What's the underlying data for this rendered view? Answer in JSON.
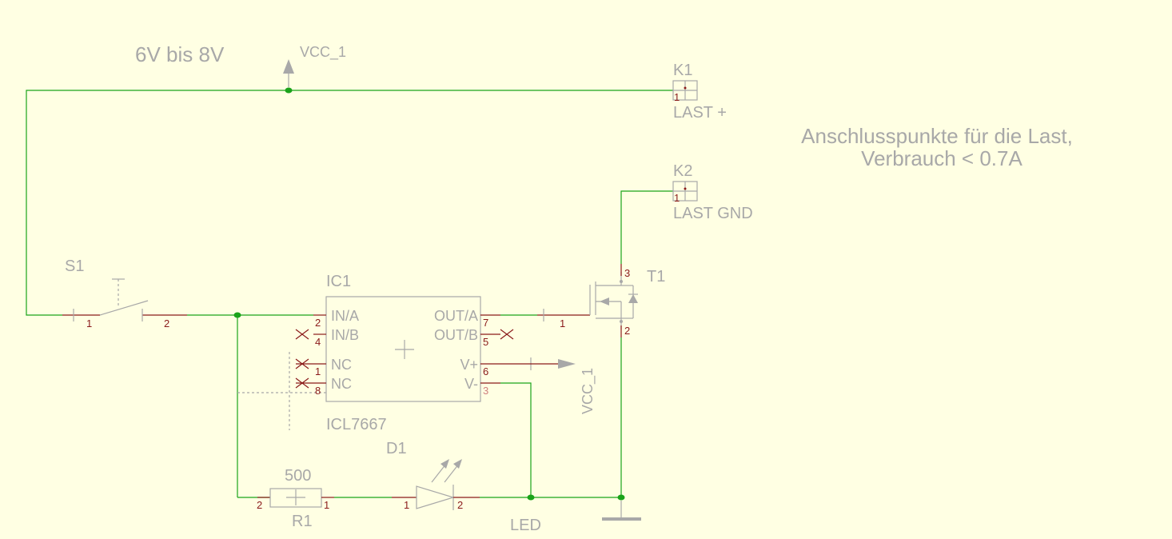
{
  "supply": {
    "voltage_label": "6V bis 8V",
    "net_label": "VCC_1"
  },
  "k1": {
    "ref": "K1",
    "pin": "1",
    "label": "LAST +"
  },
  "k2": {
    "ref": "K2",
    "pin": "1",
    "label": "LAST GND"
  },
  "load_note": {
    "line1": "Anschlusspunkte für die Last,",
    "line2": "Verbrauch < 0.7A"
  },
  "s1": {
    "ref": "S1",
    "pin1": "1",
    "pin2": "2"
  },
  "ic1": {
    "ref": "IC1",
    "value": "ICL7667",
    "in_a": "IN/A",
    "in_b": "IN/B",
    "nc1": "NC",
    "nc2": "NC",
    "out_a": "OUT/A",
    "out_b": "OUT/B",
    "vplus": "V+",
    "vminus": "V-",
    "pin_in_a": "2",
    "pin_in_b": "4",
    "pin_nc1": "1",
    "pin_nc2": "8",
    "pin_out_a": "7",
    "pin_out_b": "5",
    "pin_vplus": "6",
    "pin_vminus": "3"
  },
  "vcc_port": {
    "label": "VCC_1"
  },
  "t1": {
    "ref": "T1",
    "pin_in": "1",
    "pin_drain": "3",
    "pin_source": "2"
  },
  "r1": {
    "ref": "R1",
    "value": "500",
    "pin1": "1",
    "pin2": "2"
  },
  "d1": {
    "ref": "D1",
    "value": "LED",
    "pin1": "1",
    "pin2": "2"
  }
}
